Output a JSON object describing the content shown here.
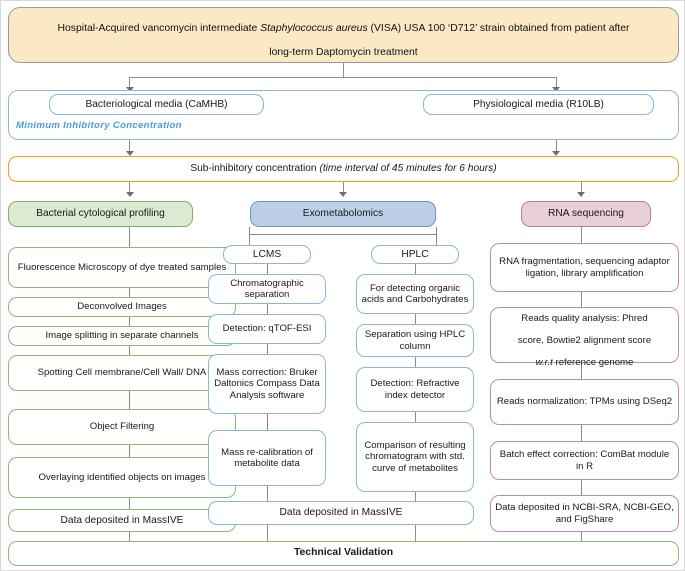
{
  "diagram": {
    "title": "Technical workflow for VISA USA100 D712 multi-omics study",
    "colors": {
      "top_fill": "#fbe9c6",
      "top_border": "#9a9a9a",
      "blue_border": "#8cb4de",
      "orange_border": "#f0a029",
      "green_head_fill": "#dbead0",
      "green_border": "#8bbb77",
      "blue_head_fill": "#bdcfe8",
      "pink_head_fill": "#e9cfd9",
      "pink_border": "#c989a6",
      "mic_label_color": "#4f9ad6",
      "connector": "#8a8a8a"
    },
    "top_node": {
      "line1_a": "Hospital-Acquired vancomycin intermediate ",
      "line1_italic": "Staphylococcus aureus",
      "line1_b": " (VISA) USA 100 ‘D712’ strain obtained from patient after",
      "line2": "long-term Daptomycin treatment"
    },
    "media": {
      "bacteriological": "Bacteriological media (CaMHB)",
      "physiological": "Physiological media (R10LB)",
      "mic_label": "Minimum Inhibitory Concentration"
    },
    "sub_inhibitory": {
      "main": "Sub-inhibitory concentration ",
      "italic": "(time interval of 45 minutes for 6 hours)"
    },
    "columns": [
      {
        "id": "bcp",
        "header": "Bacterial cytological profiling",
        "steps": [
          "Fluorescence Microscopy of dye treated samples",
          "Deconvolved Images",
          "Image splitting in separate channels",
          "Spotting Cell membrane/Cell Wall/ DNA",
          "Object Filtering",
          "Overlaying identified objects on images"
        ],
        "deposit": "Data deposited in MassIVE"
      },
      {
        "id": "exometabolomics",
        "header": "Exometabolomics",
        "branches": [
          {
            "id": "lcms",
            "header": "LCMS",
            "steps": [
              "Chromatographic separation",
              "Detection: qTOF-ESI",
              "Mass correction: Bruker Daltonics Compass Data Analysis software",
              "Mass re-calibration of metabolite data"
            ]
          },
          {
            "id": "hplc",
            "header": "HPLC",
            "steps": [
              "For detecting organic acids and Carbohydrates",
              "Separation using HPLC column",
              "Detection: Refractive index detector",
              "Comparison of resulting chromatogram with std. curve of metabolites"
            ]
          }
        ],
        "deposit": "Data deposited in MassIVE"
      },
      {
        "id": "rnaseq",
        "header": "RNA sequencing",
        "steps": [
          "RNA fragmentation, sequencing adaptor ligation, library amplification",
          "Reads quality analysis: Phred score, Bowtie2 alignment score w.r.t reference genome",
          "Reads normalization: TPMs using DSeq2",
          "Batch effect correction: ComBat module in R"
        ],
        "rnaseq_step2": {
          "l1": "Reads quality analysis: Phred",
          "l2": "score, Bowtie2 alignment score",
          "l3_italic": "w.r.t",
          "l3_rest": " reference genome"
        },
        "deposit": "Data deposited in NCBI-SRA, NCBI-GEO, and FigShare"
      }
    ],
    "footer": "Technical Validation"
  }
}
